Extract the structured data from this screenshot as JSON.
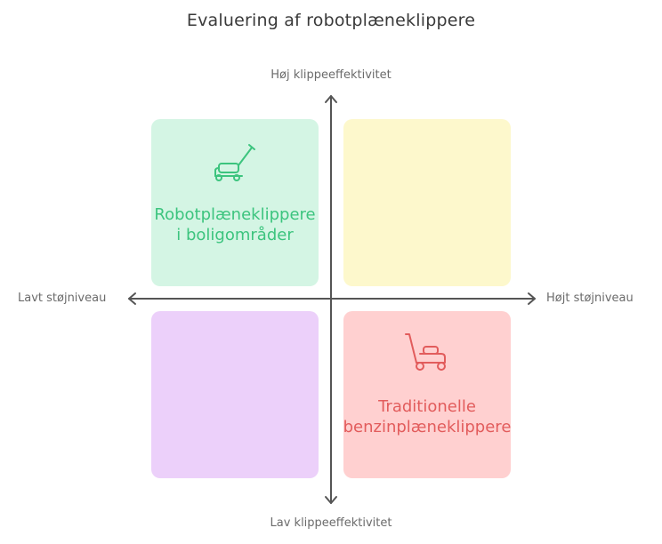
{
  "title": "Evaluering af robotplæneklippere",
  "axes": {
    "top": "Høj klippeeffektivitet",
    "bottom": "Lav klippeeffektivitet",
    "left": "Lavt støjniveau",
    "right": "Højt støjniveau"
  },
  "quadrants": {
    "top_left": {
      "line1": "Robotplæneklippere",
      "line2": "i boligområder",
      "icon": "push-lawn-mower-icon"
    },
    "top_right": {},
    "bottom_left": {},
    "bottom_right": {
      "line1": "Traditionelle",
      "line2": "benzinplæneklippere",
      "icon": "lawn-mower-icon"
    }
  },
  "colors": {
    "top_left_fill": "#d4f5e4",
    "top_right_fill": "#fdf8cc",
    "bottom_left_fill": "#ecd0fa",
    "bottom_right_fill": "#ffd0d0",
    "top_left_text": "#3cc47e",
    "bottom_right_text": "#e25c5c",
    "axis": "#555555"
  }
}
